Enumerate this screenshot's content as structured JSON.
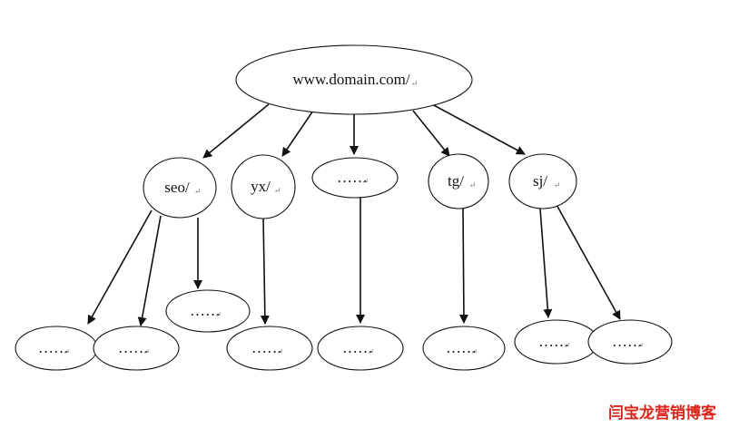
{
  "diagram": {
    "root": {
      "label": "www.domain.com/"
    },
    "level1": [
      {
        "id": "seo",
        "label": "seo/"
      },
      {
        "id": "yx",
        "label": "yx/"
      },
      {
        "id": "dots",
        "label": "……"
      },
      {
        "id": "tg",
        "label": "tg/"
      },
      {
        "id": "sj",
        "label": "sj/"
      }
    ],
    "level2": [
      {
        "parent": "seo",
        "label": "……"
      },
      {
        "parent": "seo",
        "label": "……"
      },
      {
        "parent": "seo",
        "label": "……"
      },
      {
        "parent": "yx",
        "label": "……"
      },
      {
        "parent": "dots",
        "label": "……"
      },
      {
        "parent": "tg",
        "label": "……"
      },
      {
        "parent": "sj",
        "label": "……"
      },
      {
        "parent": "sj",
        "label": "……"
      }
    ],
    "return_mark": "↵"
  },
  "watermark": {
    "text": "闫宝龙营销博客"
  }
}
